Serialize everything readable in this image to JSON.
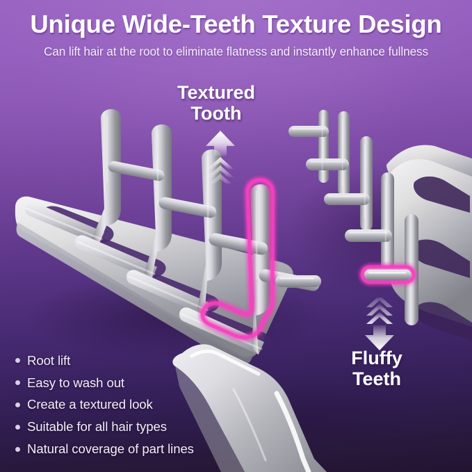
{
  "header": {
    "title": "Unique Wide-Teeth Texture Design",
    "subtitle": "Can lift hair at the root to eliminate flatness and instantly enhance fullness"
  },
  "callouts": [
    {
      "id": "textured-tooth",
      "line1": "Textured",
      "line2": "Tooth",
      "arrow": "arrow-up-icon",
      "arrow_direction": "up"
    },
    {
      "id": "fluffy-teeth",
      "line1": "Fluffy",
      "line2": "Teeth",
      "arrow": "arrow-down-icon",
      "arrow_direction": "down"
    }
  ],
  "features": [
    {
      "label": "Root lift"
    },
    {
      "label": "Easy to wash out"
    },
    {
      "label": "Create a textured look"
    },
    {
      "label": "Suitable for all hair types"
    },
    {
      "label": "Natural coverage of part lines"
    }
  ],
  "colors": {
    "background_top": "#9b65c3",
    "background_bottom": "#231432",
    "title_text": "#ffffff",
    "subtitle_text": "#f5eefb",
    "feature_text": "#f3edf8",
    "bullet_dot": "#d9cfe6",
    "highlight_pink": "#f83fc0",
    "comb_light": "#e9e9ec",
    "comb_mid": "#a9a9ae",
    "comb_dark": "#6e6e76",
    "arrow_white": "#ffffff"
  },
  "product": {
    "name": "wide-teeth texture comb",
    "highlighted_parts": [
      {
        "name": "textured-tooth-highlight",
        "shape": "tall-L-tooth-outline"
      },
      {
        "name": "fluffy-tooth-highlight",
        "shape": "short-horizontal-tooth-outline"
      }
    ]
  }
}
